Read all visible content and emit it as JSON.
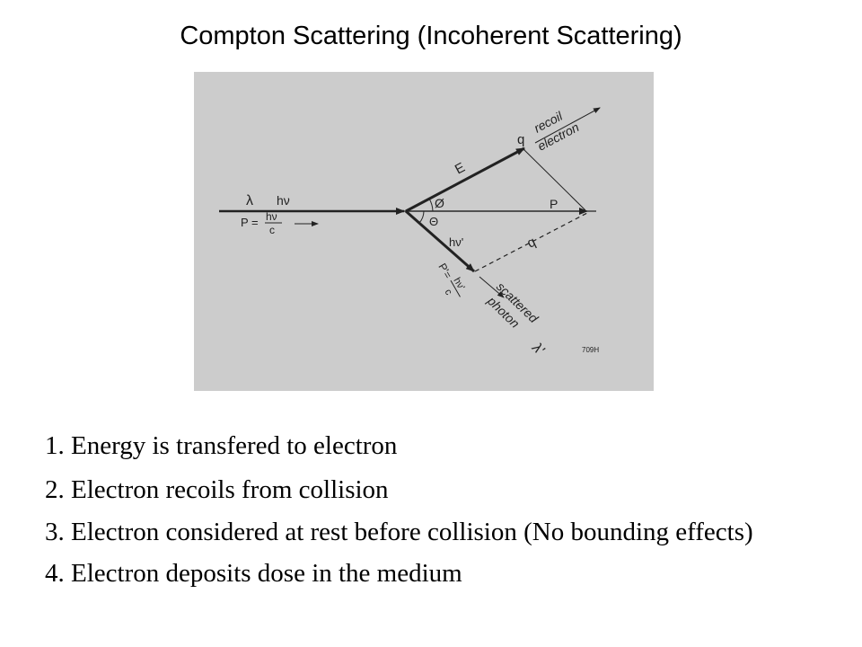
{
  "title": "Compton Scattering (Incoherent Scattering)",
  "colors": {
    "background": "#ffffff",
    "figure_background": "#cccccc",
    "ink": "#222222"
  },
  "diagram": {
    "incident": {
      "wavelength": "λ",
      "energy": "hν",
      "momentum_prefix": "P =",
      "momentum_num": "hν",
      "momentum_den": "c"
    },
    "electron": {
      "energy": "E",
      "angle": "Ø",
      "recoil_label_1": "recoil",
      "recoil_label_2": "electron"
    },
    "photon": {
      "angle": "Θ",
      "energy": "hν'",
      "momentum_prefix": "P'=",
      "momentum_num": "hν'",
      "momentum_den": "c",
      "scattered_label_1": "scattered",
      "scattered_label_2": "photon",
      "wavelength": "λ'"
    },
    "momentum_p": "P",
    "q_top": "q",
    "q_bottom": "q",
    "figure_code": "709H"
  },
  "points": [
    "1. Energy is transfered to electron",
    "2. Electron recoils from collision",
    "3. Electron considered at rest before collision (No bounding effects)",
    "4. Electron deposits dose in the medium"
  ]
}
